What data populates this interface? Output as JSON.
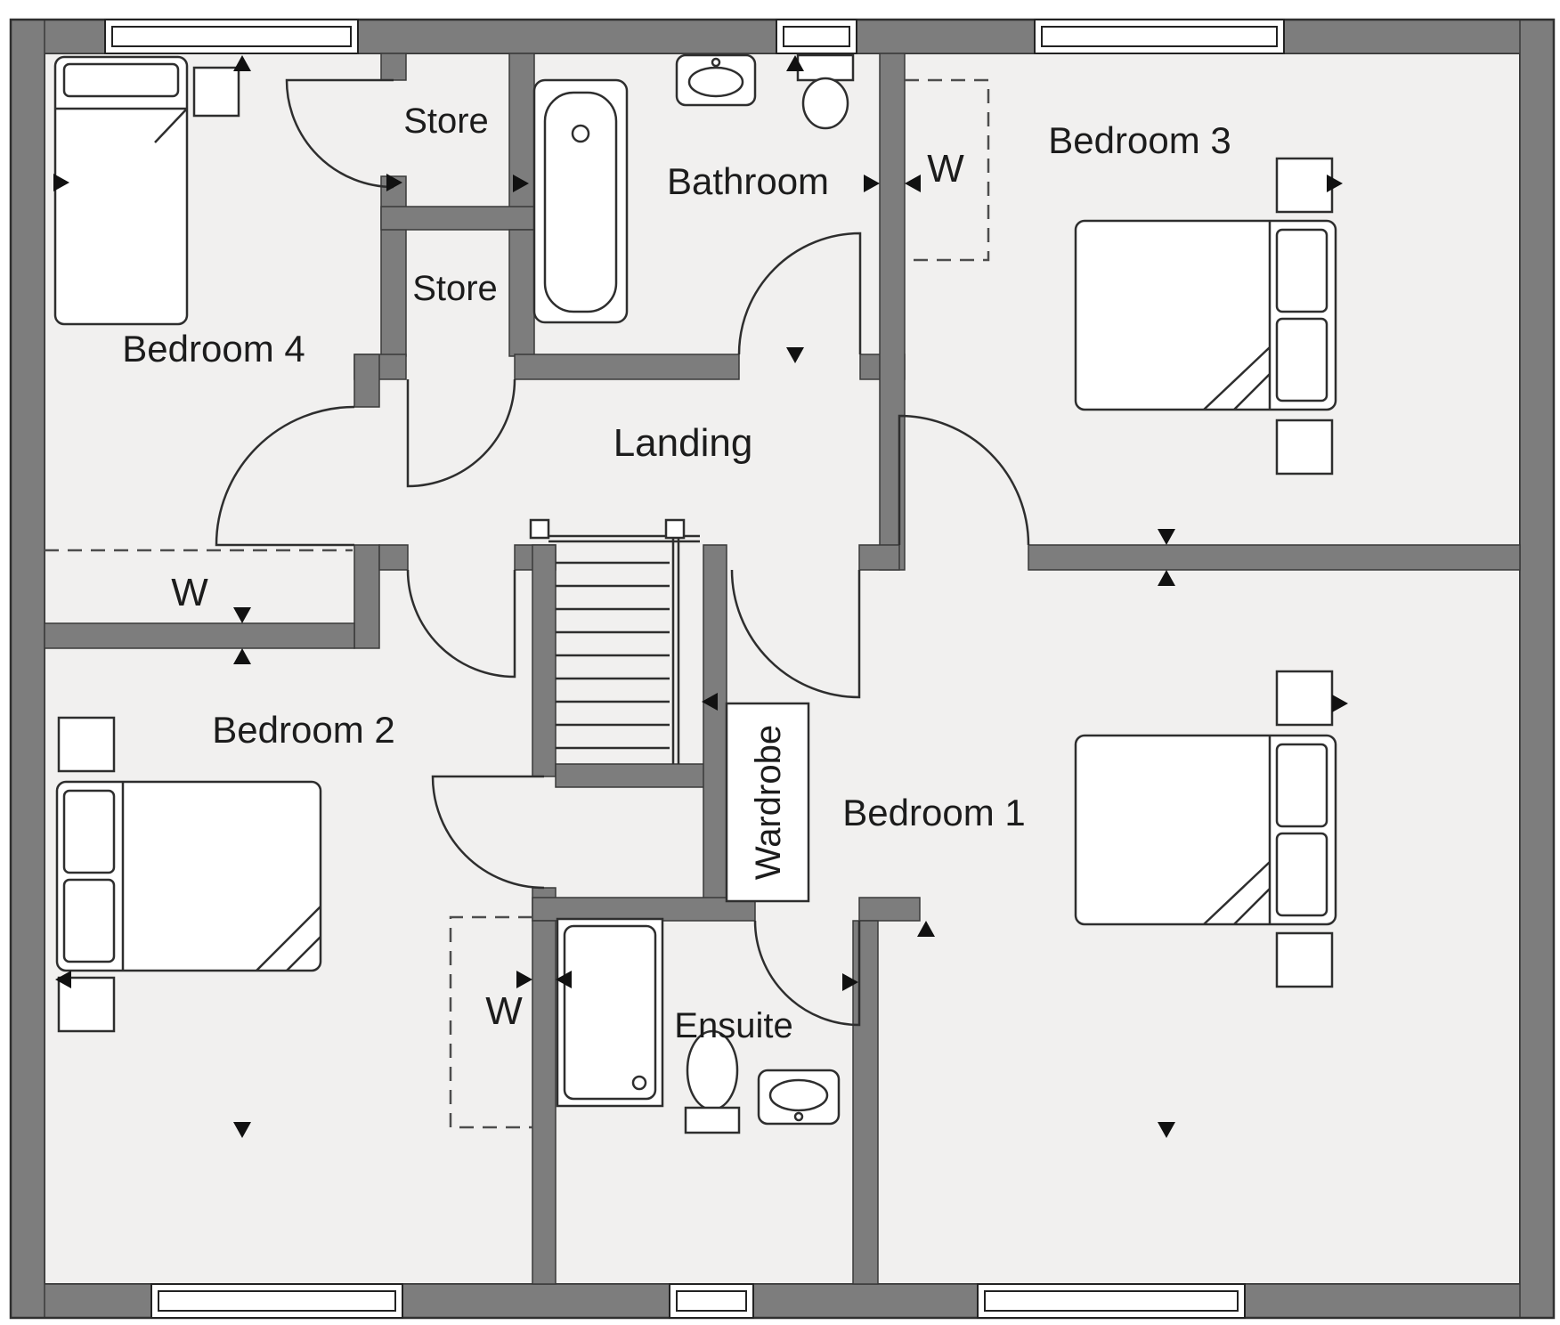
{
  "floorplan": {
    "colors": {
      "wall": "#7d7d7d",
      "floor": "#f1f0ef",
      "line": "#2e2e2e",
      "label": "#1c1c1c"
    },
    "rooms": {
      "bedroom4": {
        "label": "Bedroom 4"
      },
      "store_top": {
        "label": "Store"
      },
      "store_mid": {
        "label": "Store"
      },
      "bathroom": {
        "label": "Bathroom"
      },
      "wardrobe_bed3": {
        "label": "W"
      },
      "bedroom3": {
        "label": "Bedroom 3"
      },
      "landing": {
        "label": "Landing"
      },
      "wardrobe_bed4": {
        "label": "W"
      },
      "bedroom2": {
        "label": "Bedroom 2"
      },
      "wardrobe_bed1": {
        "label": "Wardrobe"
      },
      "bedroom1": {
        "label": "Bedroom 1"
      },
      "wardrobe_bed2": {
        "label": "W"
      },
      "ensuite": {
        "label": "Ensuite"
      }
    }
  }
}
